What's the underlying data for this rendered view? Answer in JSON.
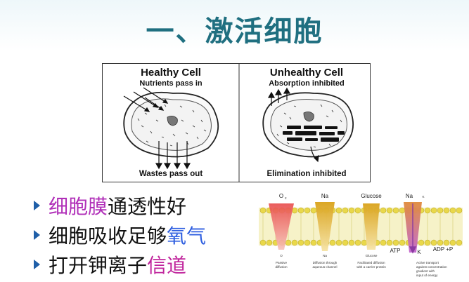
{
  "title": "一、激活细胞",
  "diagram": {
    "healthy": {
      "title": "Healthy Cell",
      "top_label": "Nutrients pass in",
      "bottom_label": "Wastes pass out"
    },
    "unhealthy": {
      "title": "Unhealthy Cell",
      "top_label": "Absorption inhibited",
      "bottom_label": "Elimination inhibited"
    }
  },
  "bullets": [
    {
      "highlight": "细胞膜",
      "rest": "通透性好",
      "color": "#b02fb8"
    },
    {
      "prefix": "细胞吸收足够",
      "highlight": "氧气",
      "color": "#2f5fe0"
    },
    {
      "prefix": "打开钾离子",
      "highlight": "信道",
      "color": "#c0249c"
    }
  ],
  "membrane": {
    "top_labels": {
      "o2": "O",
      "o2_sub": "2",
      "na1": "Na",
      "glucose": "Glucose",
      "na2": "Na",
      "k_top": "K"
    },
    "bottom_labels": {
      "o2": "O",
      "o2_sub": "2",
      "na1": "Na",
      "glucose": "Glucose",
      "atp": "ATP",
      "k": "K",
      "adp": "ADP +P"
    },
    "captions": {
      "c1a": "Passive",
      "c1b": "diffusion",
      "c2a": "Diffusion through",
      "c2b": "aqueous channel",
      "c3a": "Facilitated diffusion",
      "c3b": "with a carrier protein",
      "c4a": "Active transport",
      "c4b": "against concentration",
      "c4c": "gradient with",
      "c4d": "input of energy"
    }
  }
}
